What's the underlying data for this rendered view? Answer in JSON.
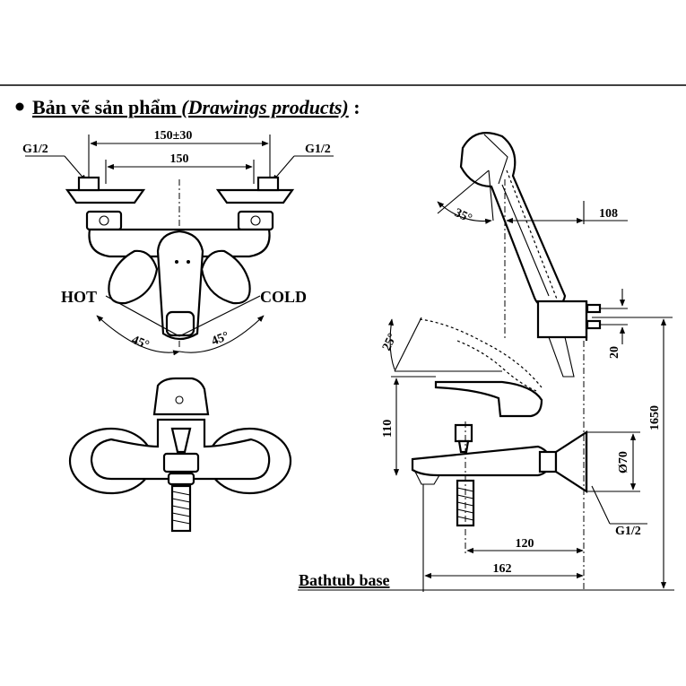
{
  "header": {
    "title_normal": "Bản vẽ sản phẩm ",
    "title_italic": "(Drawings products)",
    "title_suffix": " :"
  },
  "top_view": {
    "dim_outer": "150±30",
    "dim_inner": "150",
    "thread_left": "G1/2",
    "thread_right": "G1/2",
    "label_hot": "HOT",
    "label_cold": "COLD",
    "angle_left": "45°",
    "angle_right": "45°"
  },
  "side_view": {
    "shower_angle": "35°",
    "dim_108": "108",
    "dim_20": "20",
    "dim_1650": "1650",
    "lever_angle": "25°",
    "dim_110": "110",
    "dim_70": "Ø70",
    "thread": "G1/2",
    "dim_120": "120",
    "dim_162": "162",
    "base_label": "Bathtub base"
  }
}
